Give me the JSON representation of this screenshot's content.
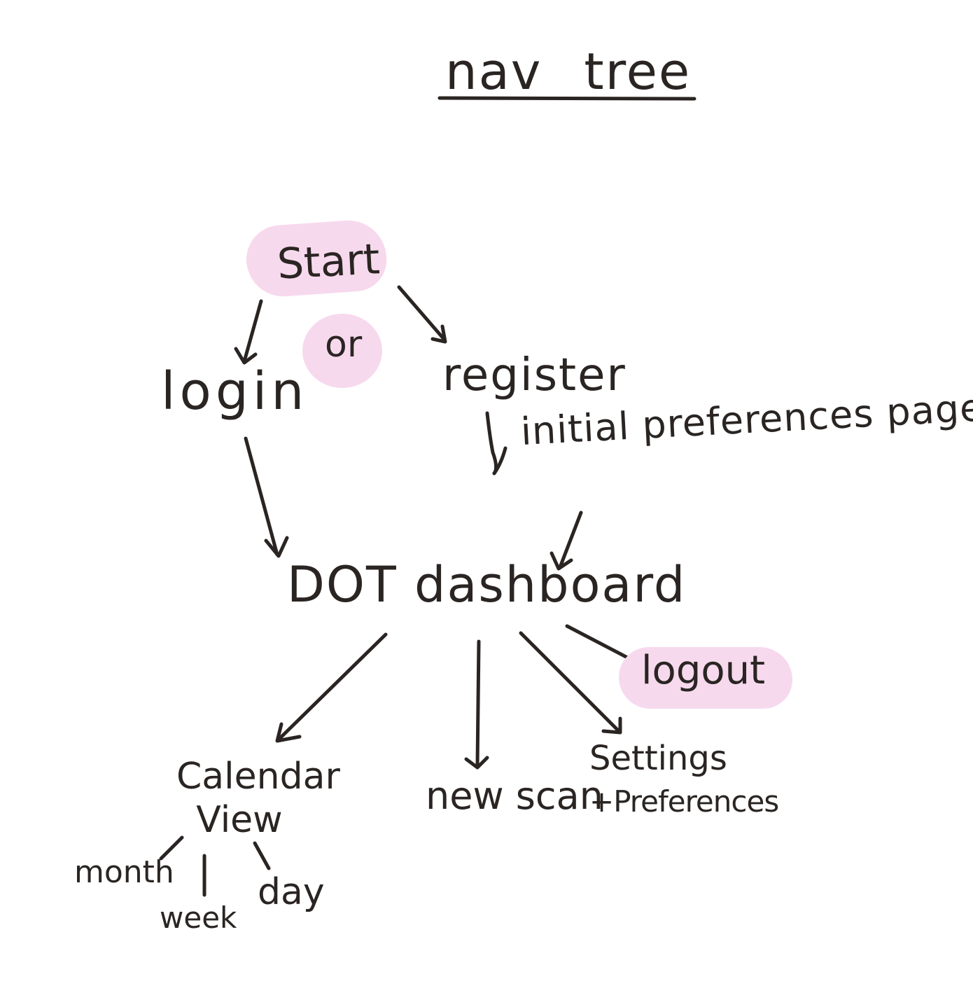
{
  "diagram": {
    "title_word1": "nav",
    "title_word2": "tree",
    "colors": {
      "ink": "#2a2522",
      "highlight": "#f7d9ee",
      "background": "#ffffff"
    },
    "nodes": {
      "start": "Start",
      "or": "or",
      "login": "login",
      "register": "register",
      "initial_preferences": "initial preferences page",
      "dashboard": "DOT dashboard",
      "logout": "logout",
      "calendar_line1": "Calendar",
      "calendar_line2": "View",
      "new_scan": "new scan",
      "settings_line1": "Settings",
      "settings_line2": "+Preferences",
      "month": "month",
      "week": "week",
      "day": "day"
    },
    "edges": [
      {
        "from": "start",
        "to": "login",
        "arrow": true
      },
      {
        "from": "start",
        "to": "register",
        "arrow": true
      },
      {
        "from": "register",
        "to": "initial_preferences",
        "arrow": false
      },
      {
        "from": "login",
        "to": "dashboard",
        "arrow": true
      },
      {
        "from": "initial_preferences",
        "to": "dashboard",
        "arrow": true
      },
      {
        "from": "dashboard",
        "to": "calendar",
        "arrow": true
      },
      {
        "from": "dashboard",
        "to": "new_scan",
        "arrow": true
      },
      {
        "from": "dashboard",
        "to": "settings",
        "arrow": true
      },
      {
        "from": "dashboard",
        "to": "logout",
        "arrow": false
      },
      {
        "from": "calendar",
        "to": "month",
        "arrow": false
      },
      {
        "from": "calendar",
        "to": "week",
        "arrow": false
      },
      {
        "from": "calendar",
        "to": "day",
        "arrow": false
      }
    ]
  }
}
